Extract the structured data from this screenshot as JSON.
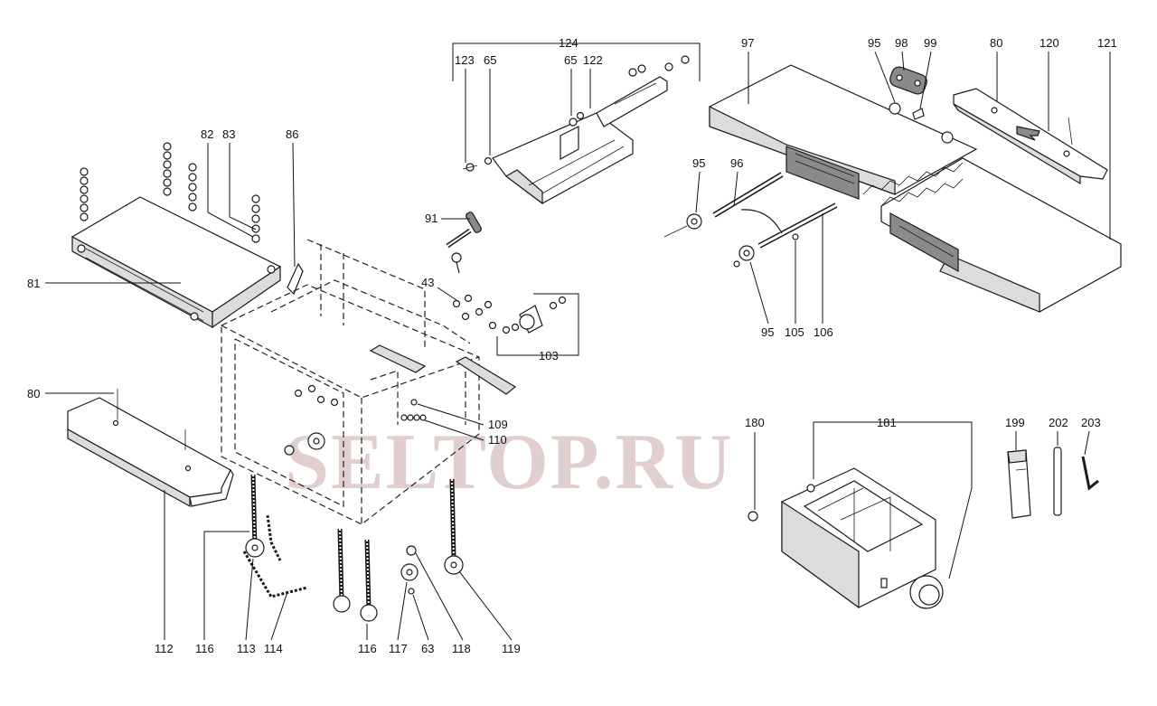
{
  "watermark": "SELTOP.RU",
  "callouts": {
    "c124": "124",
    "c123": "123",
    "c65a": "65",
    "c65b": "65",
    "c122": "122",
    "c97": "97",
    "c95a": "95",
    "c98": "98",
    "c99": "99",
    "c80a": "80",
    "c120": "120",
    "c121": "121",
    "c82": "82",
    "c83": "83",
    "c86": "86",
    "c81": "81",
    "c91": "91",
    "c95b": "95",
    "c96": "96",
    "c43": "43",
    "c103": "103",
    "c95c": "95",
    "c105": "105",
    "c106": "106",
    "c80b": "80",
    "c109": "109",
    "c110": "110",
    "c180": "180",
    "c181": "181",
    "c199": "199",
    "c202": "202",
    "c203": "203",
    "c112": "112",
    "c116a": "116",
    "c113": "113",
    "c114": "114",
    "c116b": "116",
    "c117": "117",
    "c63": "63",
    "c118": "118",
    "c119": "119"
  }
}
